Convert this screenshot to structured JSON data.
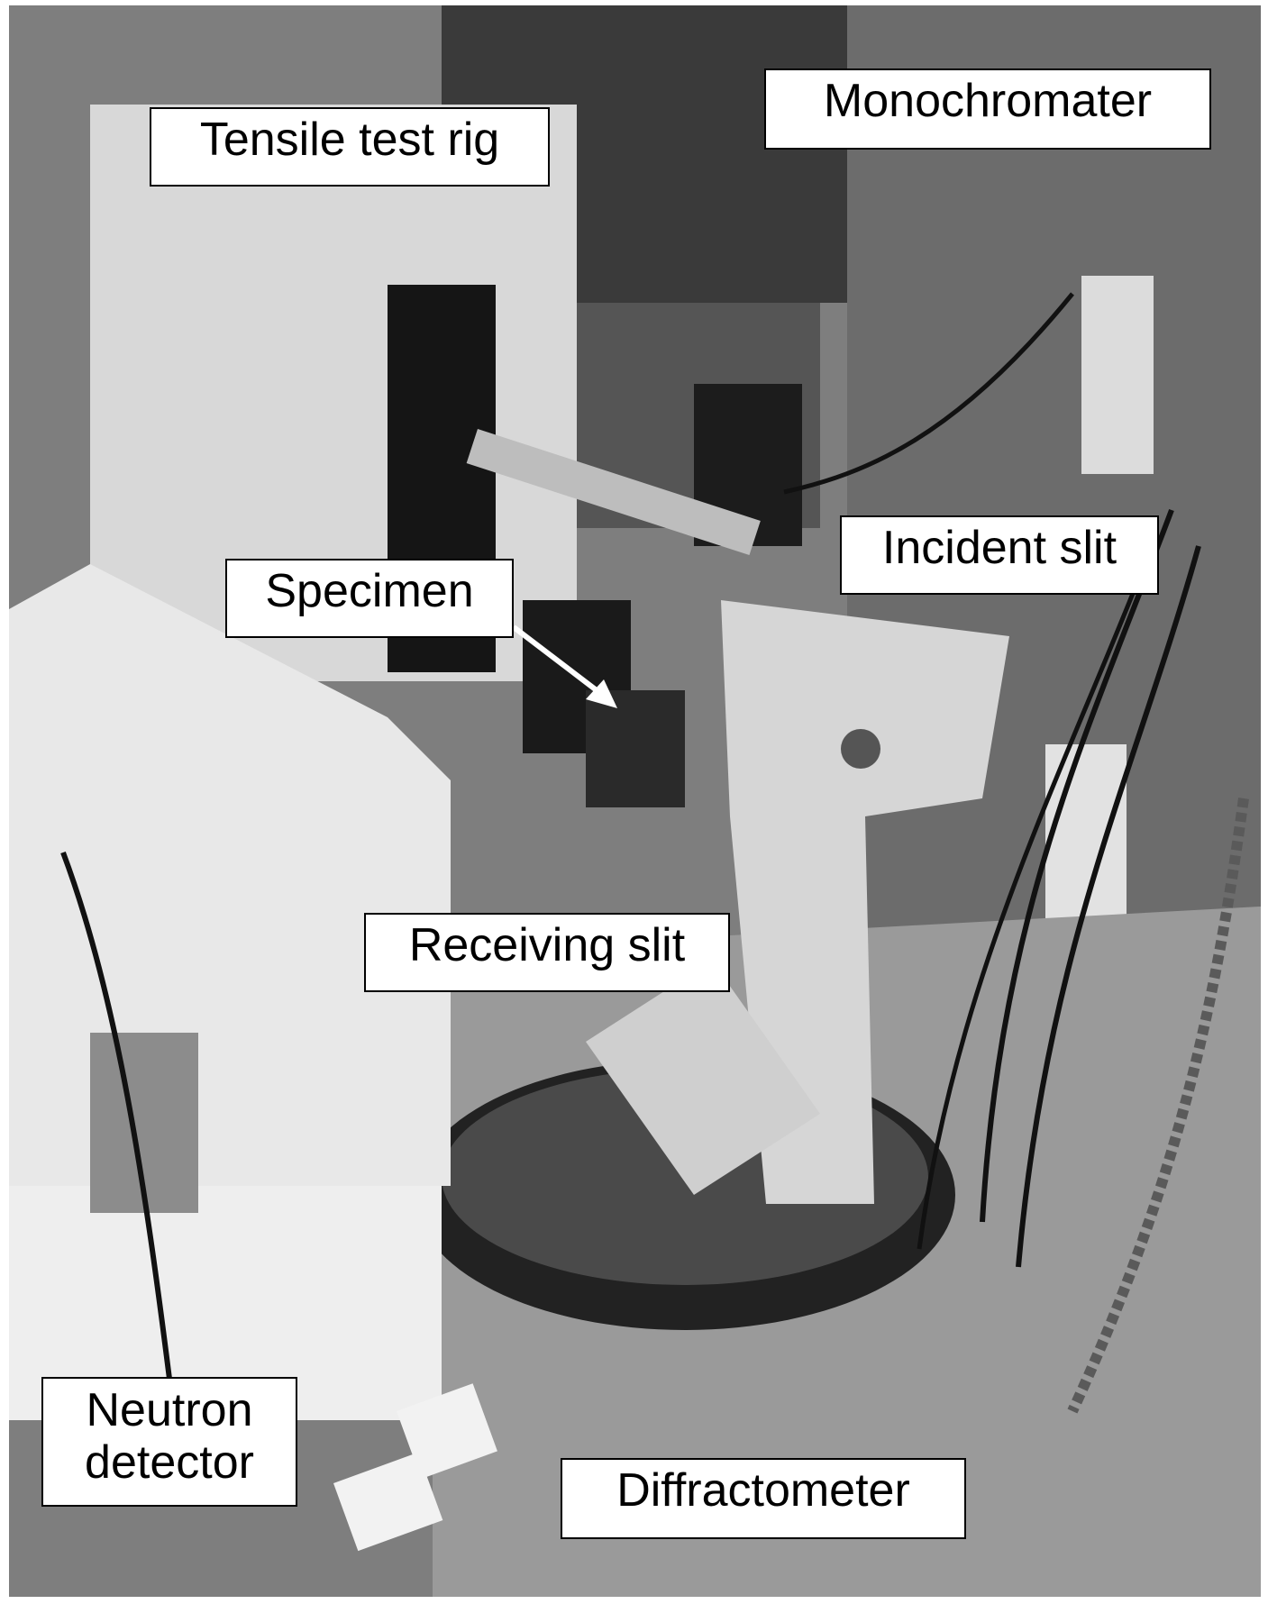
{
  "labels": {
    "tensile_test_rig": "Tensile test rig",
    "monochromater": "Monochromater",
    "incident_slit": "Incident slit",
    "specimen": "Specimen",
    "receiving_slit": "Receiving slit",
    "neutron_detector_line1": "Neutron",
    "neutron_detector_line2": "detector",
    "diffractometer": "Diffractometer"
  },
  "colors": {
    "label_background": "#ffffff",
    "label_border": "#000000",
    "arrow": "#ffffff"
  }
}
